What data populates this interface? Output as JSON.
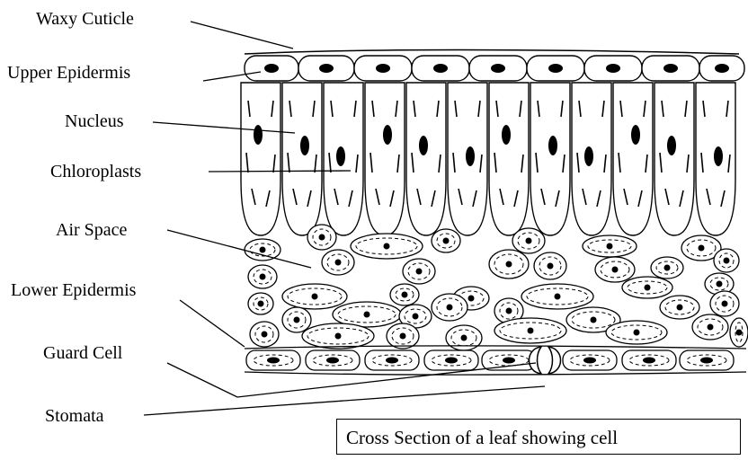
{
  "labels": {
    "waxy_cuticle": "Waxy Cuticle",
    "upper_epidermis": "Upper Epidermis",
    "nucleus": "Nucleus",
    "chloroplasts": "Chloroplasts",
    "air_space": "Air Space",
    "lower_epidermis": "Lower Epidermis",
    "guard_cell": "Guard Cell",
    "stomata": "Stomata"
  },
  "caption": "Cross Section of a leaf showing cell",
  "colors": {
    "ink": "#000000",
    "background": "#ffffff"
  }
}
